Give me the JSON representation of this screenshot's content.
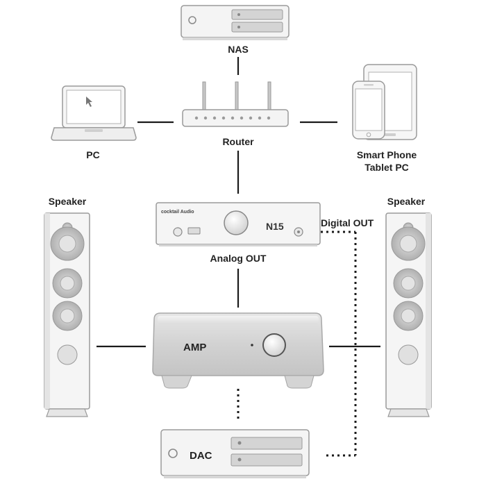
{
  "labels": {
    "nas": "NAS",
    "router": "Router",
    "pc": "PC",
    "phone_line1": "Smart Phone",
    "phone_line2": "Tablet PC",
    "speaker_left": "Speaker",
    "speaker_right": "Speaker",
    "n15": "N15",
    "brand": "cocktail Audio",
    "analog_out": "Analog OUT",
    "digital_out": "Digital OUT",
    "amp": "AMP",
    "dac": "DAC"
  },
  "colors": {
    "line": "#1a1a1a",
    "device_body": "#f2f2f2",
    "device_stroke": "#9a9a9a",
    "amp_silver": "#d7d7d7"
  }
}
